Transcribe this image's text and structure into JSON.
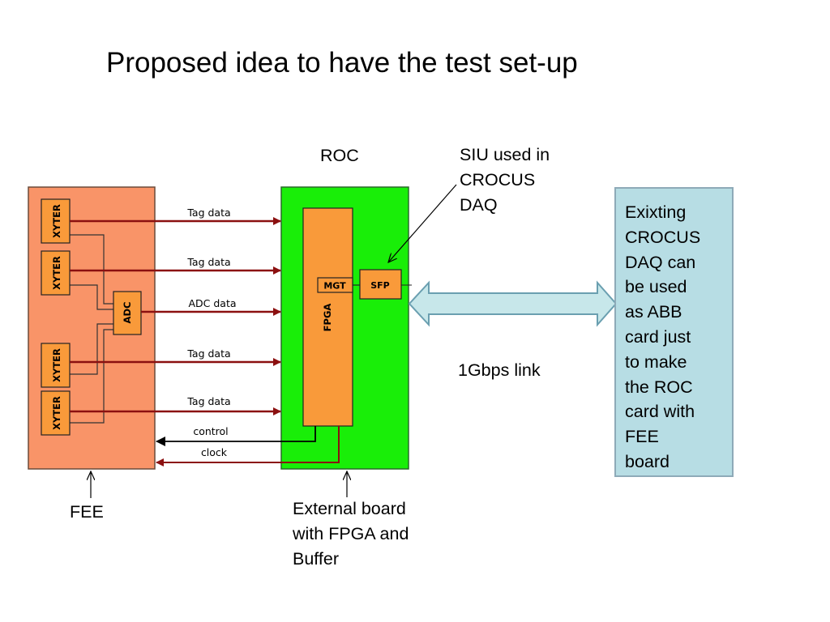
{
  "title": "Proposed idea to have the test set-up",
  "labels": {
    "roc": "ROC",
    "siu": [
      "SIU used in",
      "CROCUS",
      "DAQ"
    ],
    "link": "1Gbps link",
    "fee": "FEE",
    "external": [
      "External board",
      "with FPGA and",
      "Buffer"
    ]
  },
  "daq_box_text": "Exixting\nCROCUS\nDAQ can\nbe used\nas ABB\ncard just\nto make\nthe ROC\ncard with\nFEE\nboard",
  "fee_board": {
    "chips": [
      "XYTER",
      "XYTER",
      "XYTER",
      "XYTER"
    ],
    "adc": "ADC"
  },
  "roc_board": {
    "fpga": "FPGA",
    "mgt": "MGT",
    "sfp": "SFP"
  },
  "signals": [
    "Tag data",
    "Tag data",
    "ADC data",
    "Tag data",
    "Tag data",
    "control",
    "clock"
  ],
  "colors": {
    "fee_board": "#f99468",
    "roc_board": "#19ee08",
    "fpga": "#f99a3a",
    "daq_box": "#b7dde4",
    "arrow_fill": "#c7e7ea",
    "signal_red": "#8b0000"
  }
}
